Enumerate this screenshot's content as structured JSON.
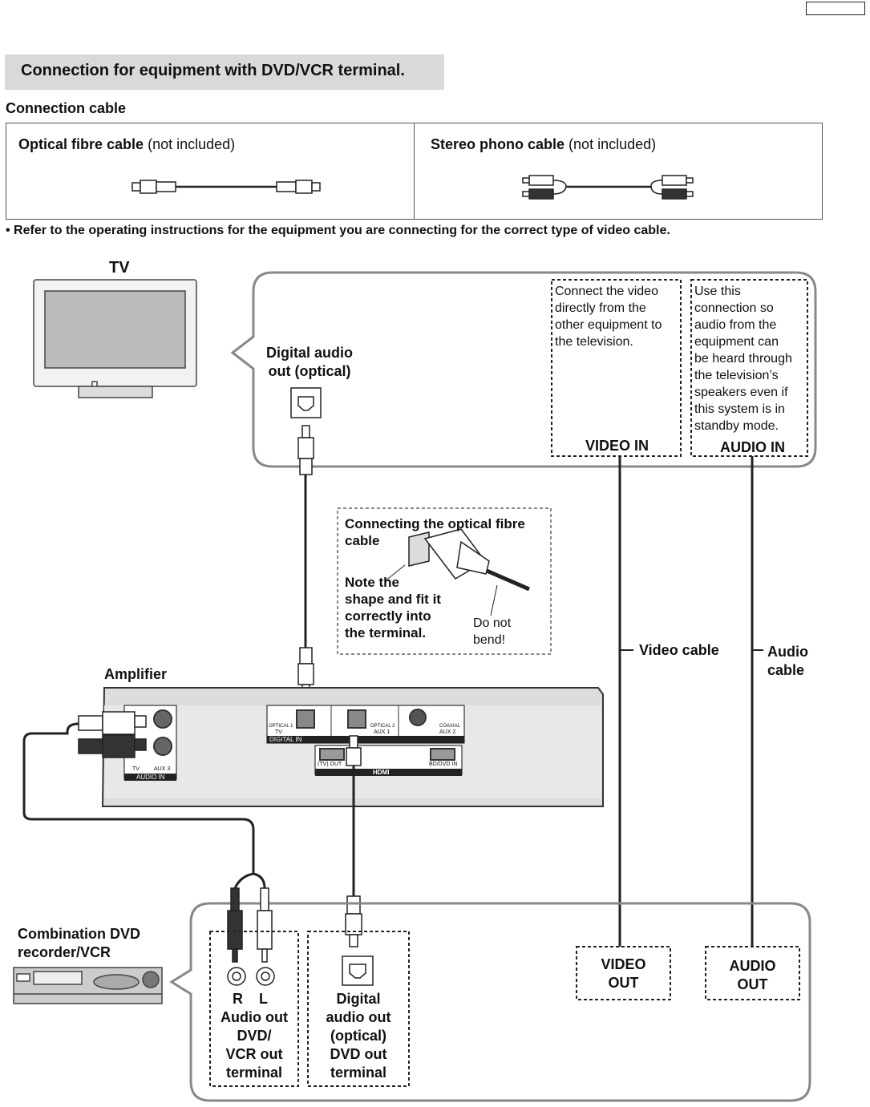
{
  "section": {
    "title": "Connection for equipment with DVD/VCR terminal."
  },
  "cables": {
    "heading": "Connection cable",
    "optical": {
      "name": "Optical fibre cable",
      "note": "(not included)"
    },
    "stereo": {
      "name": "Stereo phono cable",
      "note": "(not included)"
    }
  },
  "note": "•  Refer to the operating instructions for the equipment you are connecting for the correct type of video cable.",
  "tv": {
    "label": "TV",
    "digital_audio_out": [
      "Digital audio",
      "out (optical)"
    ],
    "video_note": [
      "Connect the video",
      "directly from the",
      "other equipment to",
      "the television."
    ],
    "audio_note": [
      "Use this",
      "connection so",
      "audio from the",
      "equipment can",
      "be heard through",
      "the television’s",
      "speakers even if",
      "this system is in",
      "standby mode."
    ],
    "video_in": "VIDEO IN",
    "audio_in": "AUDIO IN"
  },
  "inset": {
    "title": [
      "Connecting the optical fibre",
      "cable"
    ],
    "note": [
      "Note the",
      "shape and fit it",
      "correctly into",
      "the terminal."
    ],
    "bend": [
      "Do not",
      "bend!"
    ]
  },
  "cable_labels": {
    "video": "Video cable",
    "audio": [
      "Audio",
      "cable"
    ]
  },
  "amplifier": {
    "label": "Amplifier",
    "ports": {
      "optical1": "OPTICAL 1",
      "tv": "TV",
      "optical2": "OPTICAL 2",
      "aux1": "AUX 1",
      "coaxial": "COAXIAL",
      "aux2": "AUX 2",
      "digital_in": "DIGITAL IN",
      "tv_out": "(TV) OUT",
      "bd_dvd_in": "BD/DVD IN",
      "hdmi": "HDMI",
      "audio_tv": "TV",
      "aux3": "AUX 3",
      "audio_in": "AUDIO IN"
    }
  },
  "dvd": {
    "label": [
      "Combination DVD",
      "recorder/VCR"
    ],
    "rl": "R    L",
    "audio_out": [
      "Audio out",
      "DVD/",
      "VCR out",
      "terminal"
    ],
    "digital_out": [
      "Digital",
      "audio out",
      "(optical)",
      "DVD out",
      "terminal"
    ],
    "video_out": [
      "VIDEO",
      "OUT"
    ],
    "audio_out_box": [
      "AUDIO",
      "OUT"
    ]
  }
}
